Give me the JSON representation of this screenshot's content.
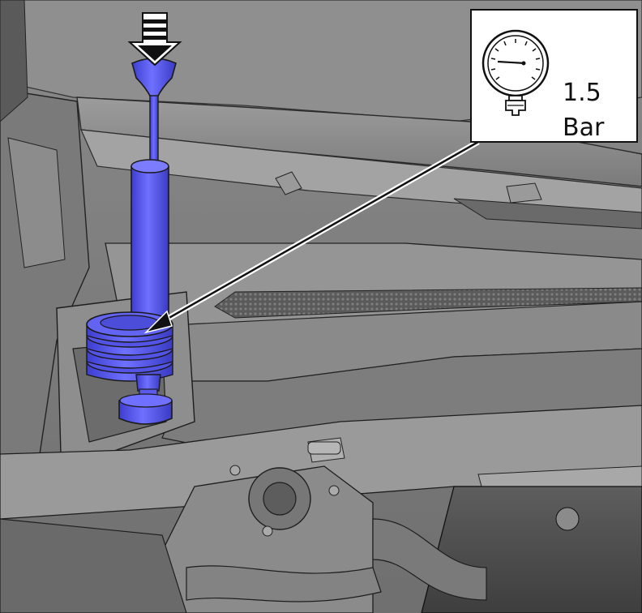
{
  "callout": {
    "pressure_value": "1.5",
    "pressure_unit": "Bar"
  },
  "icons": {
    "gauge": "pressure-gauge-icon",
    "push_arrow": "push-down-arrow-icon",
    "tool": "pressure-tester-pump"
  },
  "colors": {
    "tool_blue": "#5b5cf0",
    "tool_blue_dark": "#3c3dc8",
    "engine_bay_gray": "#7d7d7d",
    "outline": "#1a1a1a"
  }
}
